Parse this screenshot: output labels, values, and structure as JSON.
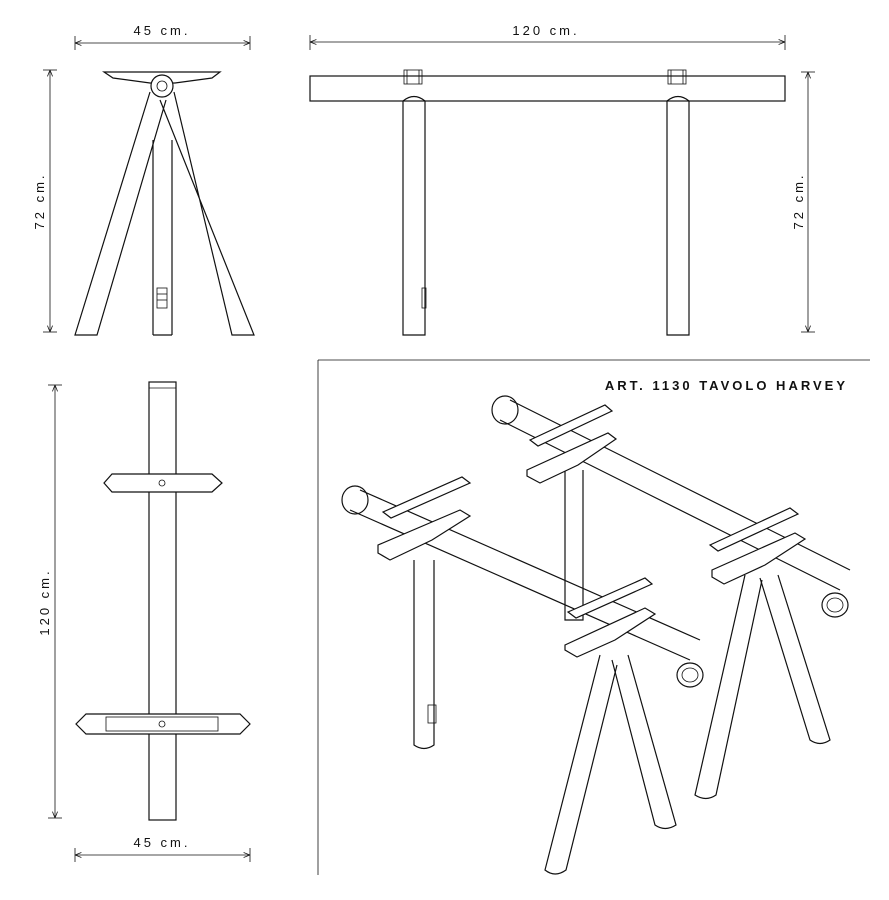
{
  "title": "ART. 1130 TAVOLO HARVEY",
  "dimensions": {
    "side_width": "45 cm.",
    "front_length": "120 cm.",
    "side_height": "72 cm.",
    "front_height": "72 cm.",
    "top_length": "120 cm.",
    "top_width": "45 cm."
  },
  "colors": {
    "line": "#111111",
    "background": "#ffffff"
  }
}
